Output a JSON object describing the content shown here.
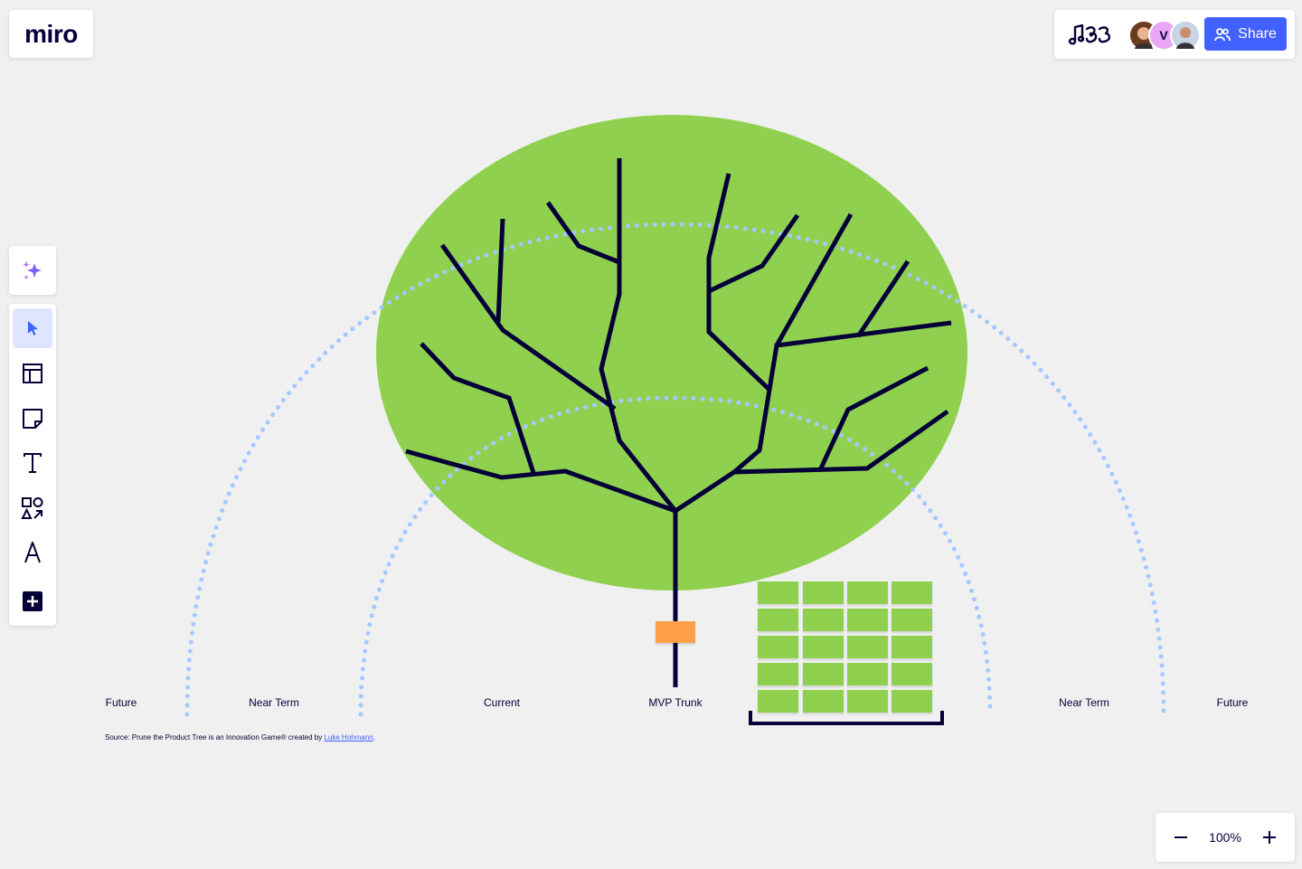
{
  "app": {
    "logo_text": "miro",
    "share_label": "Share",
    "avatar_initial": "V",
    "zoom_level": "100%"
  },
  "board": {
    "labels": {
      "future_left": "Future",
      "near_term_left": "Near Term",
      "current": "Current",
      "mvp_trunk": "MVP Trunk",
      "near_term_right": "Near Term",
      "future_right": "Future"
    },
    "source_prefix": "Source: Prune the Product Tree is an Innovation Game® created by ",
    "source_link": "Luke Hohmann",
    "source_suffix": "."
  },
  "colors": {
    "canopy": "#8fd14f",
    "branch": "#050038",
    "ring": "#a6c8ff",
    "accent": "#4262ff",
    "sticky_green": "#8fd14f",
    "sticky_orange": "#ffa048"
  },
  "icons": {
    "ai": "sparkle-icon",
    "select": "cursor-icon",
    "templates": "layout-icon",
    "sticky": "sticky-note-icon",
    "text": "text-icon",
    "shapes": "shapes-icon",
    "pen": "pen-icon",
    "more": "plus-box-icon"
  }
}
